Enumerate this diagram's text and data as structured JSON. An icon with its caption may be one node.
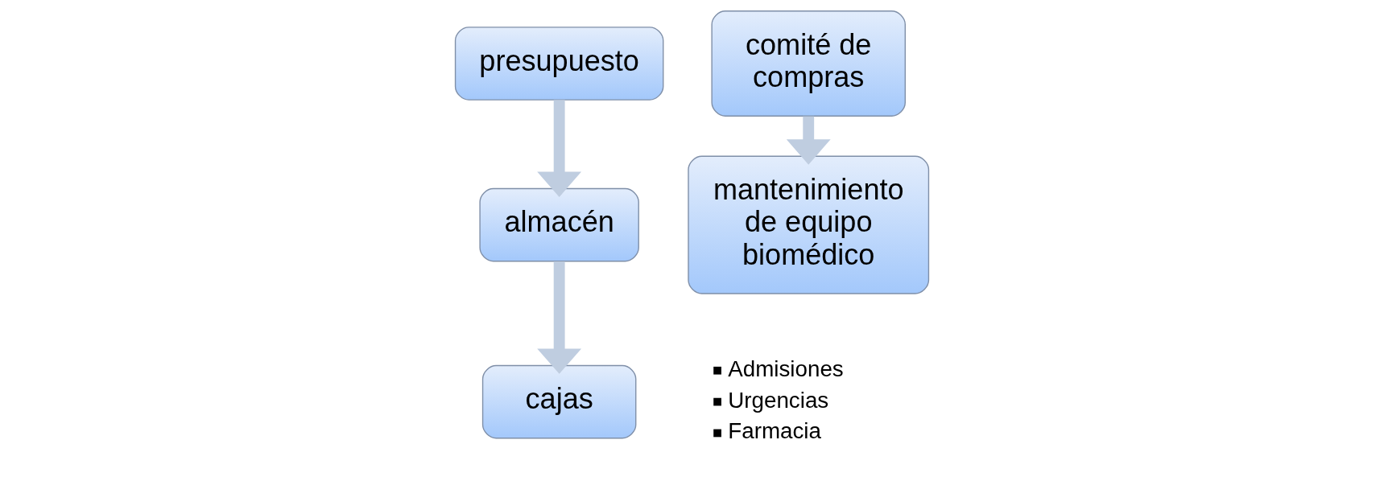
{
  "diagram": {
    "nodes": [
      {
        "text": [
          "presupuesto"
        ]
      },
      {
        "text": [
          "almacén"
        ]
      },
      {
        "text": [
          "cajas"
        ],
        "beside": [
          "Admisiones",
          "Urgencias",
          "Farmacia"
        ]
      },
      {
        "text": [
          "comité de compras"
        ]
      },
      {
        "text": [
          "mantenimiento de equipo biomédico"
        ]
      }
    ],
    "edges": [
      {
        "from": 0,
        "to": 1,
        "arrow": "to"
      },
      {
        "from": 1,
        "to": 2,
        "arrow": "to"
      },
      {
        "from": 3,
        "to": 4,
        "arrow": "to"
      }
    ]
  }
}
